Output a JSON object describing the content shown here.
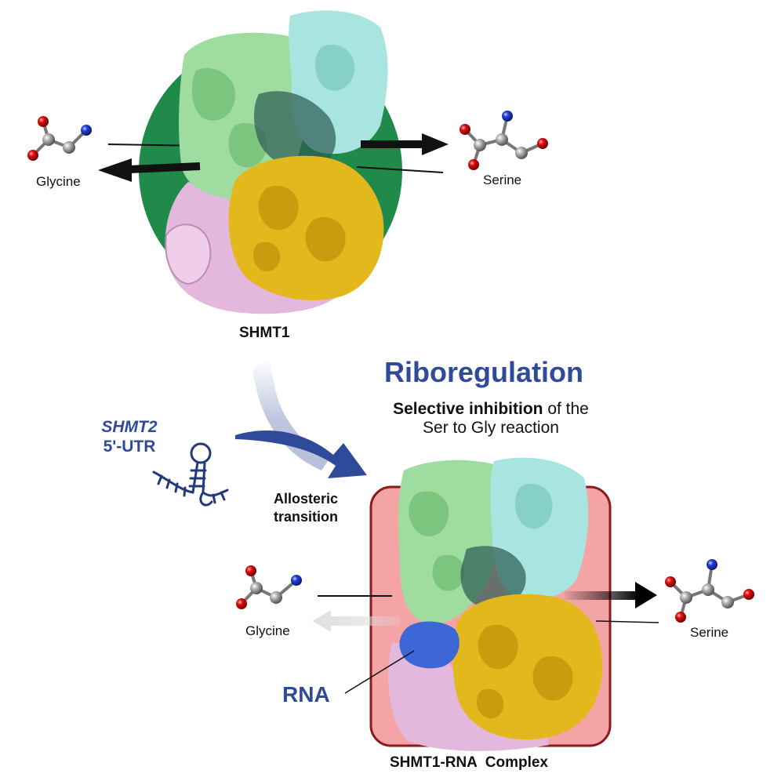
{
  "top": {
    "protein_label": "SHMT1",
    "left_molecule_label": "Glycine",
    "right_molecule_label": "Serine"
  },
  "middle": {
    "title": "Riboregulation",
    "subtitle_bold": "Selective inhibition",
    "subtitle_rest_1": " of the",
    "subtitle_line2": "Ser to Gly reaction",
    "rna_name_italic": "SHMT2",
    "rna_name_line2": "5'-UTR",
    "transition_line1": "Allosteric",
    "transition_line2": "transition"
  },
  "bottom": {
    "left_molecule_label": "Glycine",
    "right_molecule_label": "Serine",
    "rna_label": "RNA",
    "complex_label": "SHMT1-RNA  Complex"
  },
  "colors": {
    "active_disc": "#1f8a4a",
    "inhibited_box": "#f4a4a4",
    "inhibited_border": "#8b1a1a",
    "subunit_green": "#9fdca0",
    "subunit_cyan": "#a8e4e0",
    "subunit_yellow": "#e2b81c",
    "subunit_pink": "#e3b8dc",
    "rna_blue": "#3d67d6",
    "title_blue": "#2f4a99"
  }
}
